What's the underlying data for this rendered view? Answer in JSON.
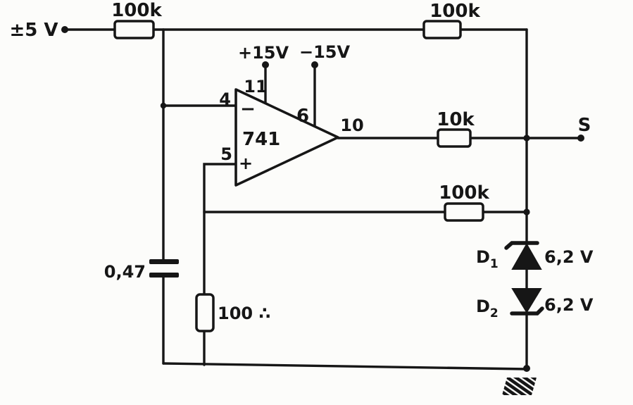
{
  "diagram": {
    "kind": "analog-circuit-schematic",
    "colors": {
      "ink": "#161616",
      "background": "#fcfcfa"
    },
    "labels": {
      "input_voltage": "±5 V",
      "r1": "100k",
      "r2": "100k",
      "r3": "10k",
      "r4": "100k",
      "r5": "100 ∴",
      "capacitor": "0,47",
      "opamp_type": "741",
      "pin_inverting": "4",
      "pin_noninverting": "5",
      "pin_vplus": "11",
      "pin_vminus": "6",
      "pin_output": "10",
      "inverting_sign": "−",
      "noninverting_sign": "+",
      "supply_positive": "+15V",
      "supply_negative": "−15V",
      "output_terminal": "S",
      "d1_name": "D",
      "d1_subscript": "1",
      "d1_value": "6,2 V",
      "d2_name": "D",
      "d2_subscript": "2",
      "d2_value": "6,2 V"
    }
  }
}
